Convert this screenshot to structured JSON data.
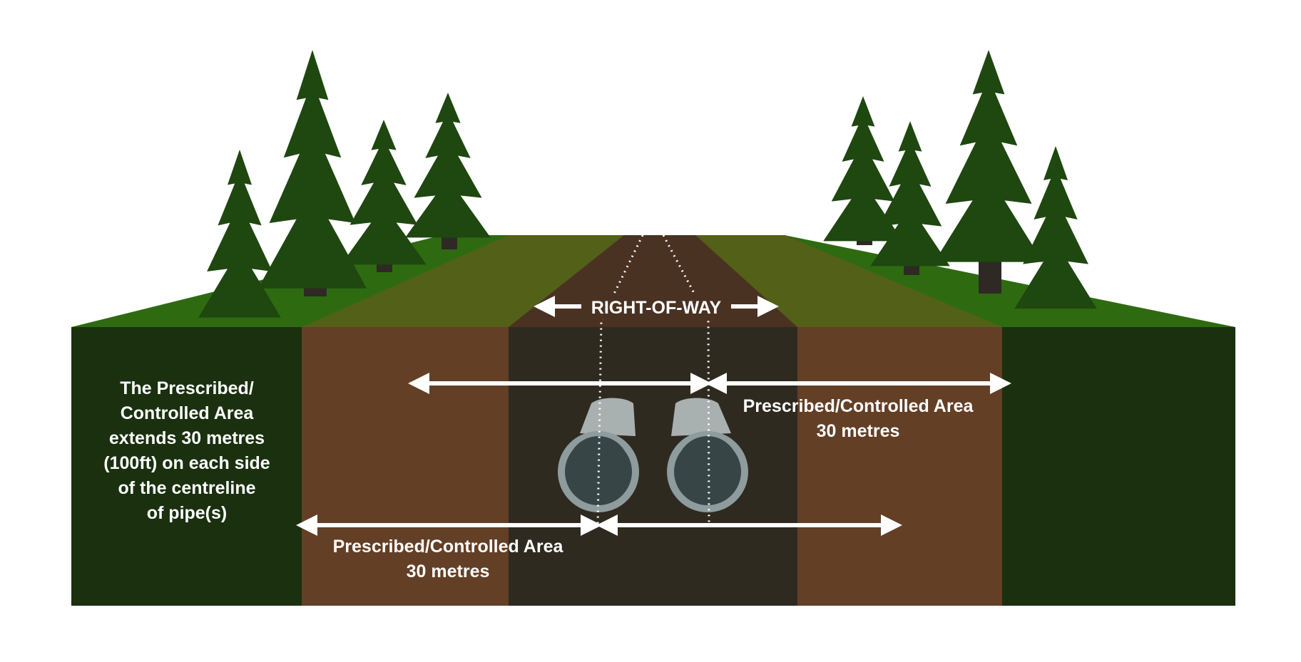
{
  "diagram": {
    "row_label": "RIGHT-OF-WAY",
    "side_note": [
      "The Prescribed/",
      "Controlled Area",
      "extends 30 metres",
      "(100ft) on each side",
      "of the centreline",
      "of pipe(s)"
    ],
    "area_upper": {
      "label": "Prescribed/Controlled Area",
      "distance": "30 metres"
    },
    "area_lower": {
      "label": "Prescribed/Controlled Area",
      "distance": "30 metres"
    },
    "colors": {
      "grass": "#2e6b10",
      "buffer_top": "#536018",
      "row_top": "#4a3223",
      "forest_face": "#1a300f",
      "buffer_face": "#633f26",
      "row_face": "#2f2a20",
      "pipe_ring": "#8e9c9e",
      "pipe_core": "#384547",
      "pipe_top": "#a9b0b0",
      "tree": "#1f4710",
      "trunk": "#2e2925"
    },
    "icons": [
      "tree-icon",
      "pipe-icon",
      "double-arrow-icon"
    ]
  }
}
